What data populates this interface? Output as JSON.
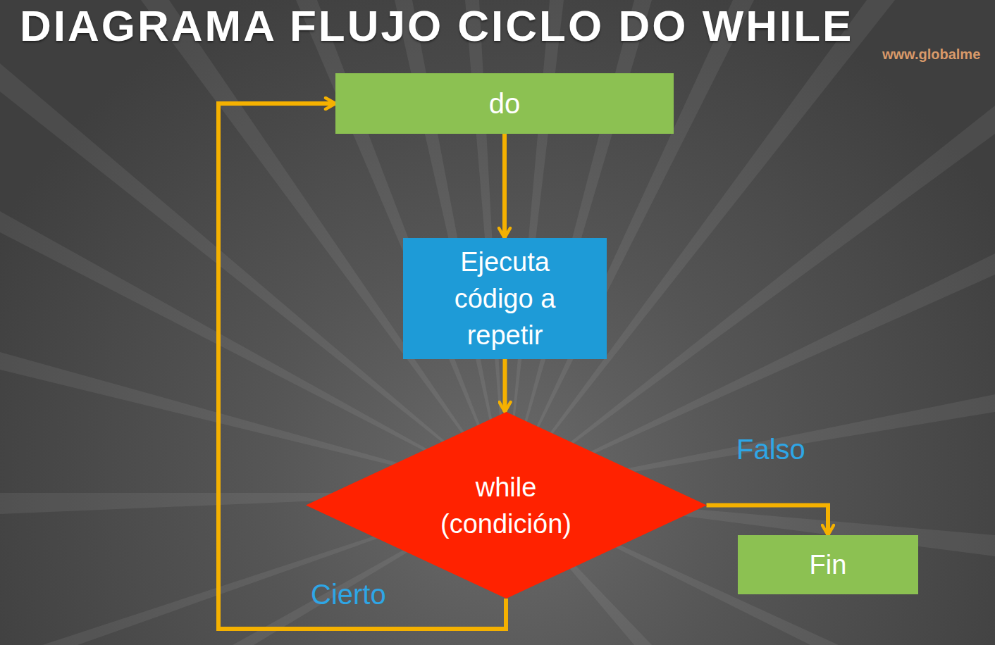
{
  "diagram": {
    "title": "DIAGRAMA FLUJO CICLO DO WHILE",
    "nodes": [
      {
        "text": [
          "do"
        ]
      },
      {
        "text": [
          "Ejecuta código a repetir"
        ]
      },
      {
        "text": [
          "while (condición)"
        ]
      },
      {
        "text": [
          "Fin"
        ]
      }
    ],
    "edges": [
      {
        "from": 0,
        "to": 1,
        "arrow": "to"
      },
      {
        "from": 1,
        "to": 2,
        "arrow": "to"
      },
      {
        "from": 2,
        "to": 3,
        "label": "Falso",
        "arrow": "to"
      },
      {
        "from": 2,
        "to": 0,
        "label": "Cierto",
        "arrow": "to"
      }
    ],
    "labels": [
      "www.globalme"
    ]
  }
}
